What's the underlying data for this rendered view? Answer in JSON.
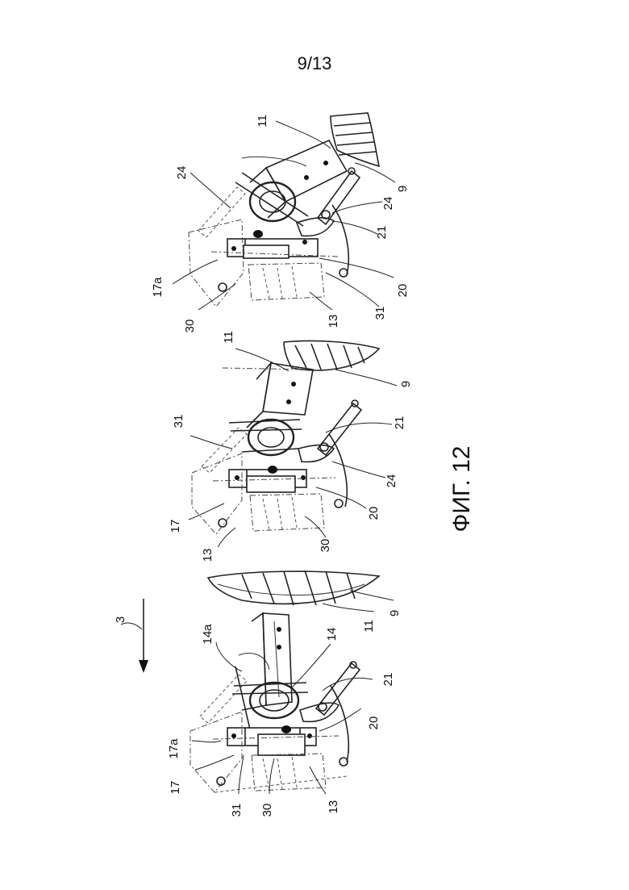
{
  "page": {
    "number": "9/13"
  },
  "figure": {
    "caption": "ФИГ. 12"
  },
  "views": [
    {
      "id": "view-1",
      "refs": {
        "r3": "3",
        "r14a": "14a",
        "r14": "14",
        "r21": "21",
        "r20": "20",
        "r17a": "17a",
        "r17": "17",
        "r31": "31",
        "r30": "30",
        "r13": "13",
        "r11": "11",
        "r9": "9"
      }
    },
    {
      "id": "view-2",
      "refs": {
        "r31": "31",
        "r11": "11",
        "r9": "9",
        "r21": "21",
        "r24": "24",
        "r20": "20",
        "r17": "17",
        "r30": "30",
        "r13": "13"
      }
    },
    {
      "id": "view-3",
      "refs": {
        "r11": "11",
        "r9": "9",
        "r24a": "24",
        "r24b": "24",
        "r21": "21",
        "r17a": "17a",
        "r20": "20",
        "r31": "31",
        "r30": "30",
        "r13": "13"
      }
    }
  ],
  "colors": {
    "ink": "#111111",
    "paper": "#ffffff"
  },
  "icons": {
    "direction_arrow": "arrow-down-icon"
  }
}
